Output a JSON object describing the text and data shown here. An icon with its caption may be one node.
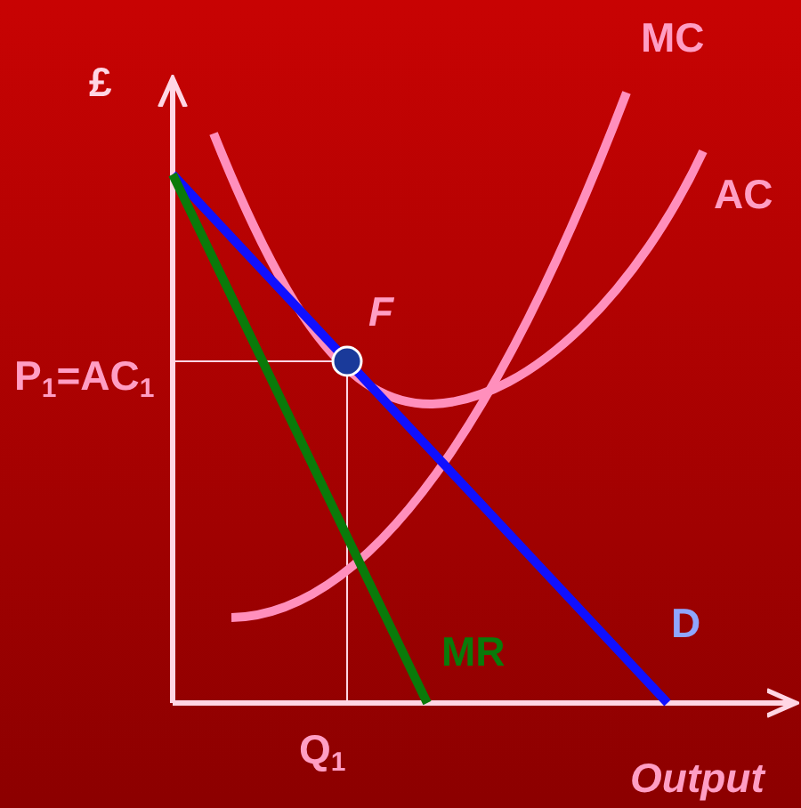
{
  "diagram": {
    "labels": [
      "MC",
      "£",
      "AC",
      "F",
      "P$_{1}$=AC$_{1}$",
      "D",
      "MR",
      "Q$_{1}$",
      "Output"
    ]
  }
}
